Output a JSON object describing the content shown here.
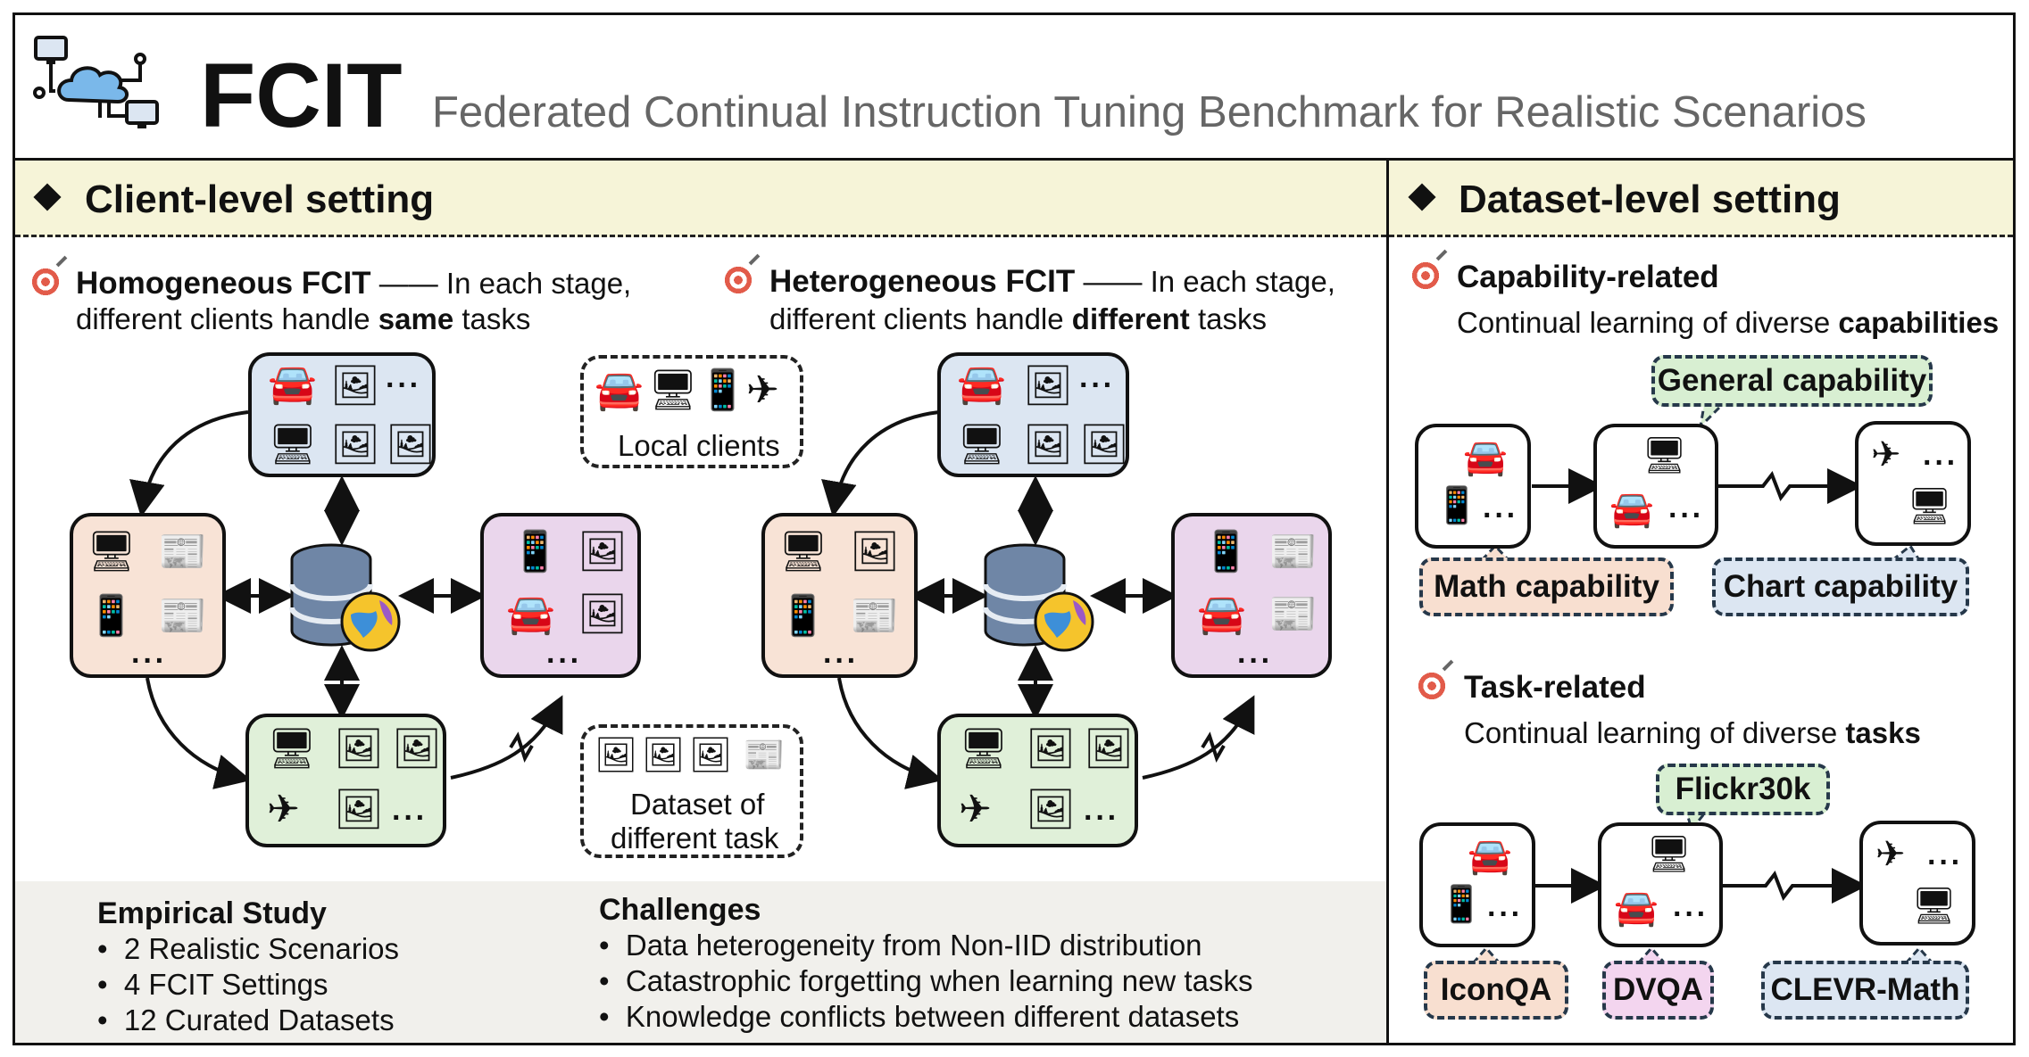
{
  "title": {
    "main": "FCIT",
    "subtitle": "Federated Continual Instruction Tuning Benchmark for Realistic Scenarios",
    "logo_icon": "cloud-network-icon"
  },
  "client_level": {
    "heading": "Client-level setting",
    "homogeneous": {
      "title": "Homogeneous FCIT",
      "dash": "——",
      "desc1": "In each stage,",
      "desc2_pre": "different clients handle ",
      "desc2_bold": "same",
      "desc2_post": " tasks"
    },
    "heterogeneous": {
      "title": "Heterogeneous FCIT",
      "dash": "——",
      "desc1": "In each stage,",
      "desc2_pre": "different clients handle ",
      "desc2_bold": "different",
      "desc2_post": " tasks"
    },
    "local_clients_label": "Local clients",
    "dataset_label_1": "Dataset of",
    "dataset_label_2": "different task",
    "ellipsis": "···"
  },
  "empirical": {
    "title": "Empirical Study",
    "items": [
      "2 Realistic Scenarios",
      "4 FCIT Settings",
      "12 Curated Datasets"
    ]
  },
  "challenges": {
    "title": "Challenges",
    "items": [
      "Data heterogeneity from Non-IID distribution",
      "Catastrophic forgetting when learning new tasks",
      "Knowledge conflicts between different datasets"
    ]
  },
  "dataset_level": {
    "heading": "Dataset-level setting",
    "capability": {
      "title": "Capability-related",
      "desc_pre": "Continual learning of diverse ",
      "desc_bold": "capabilities",
      "labels": {
        "top": "General capability",
        "left": "Math capability",
        "right": "Chart capability"
      }
    },
    "task": {
      "title": "Task-related",
      "desc_pre": "Continual learning of diverse ",
      "desc_bold": "tasks",
      "labels": {
        "top": "Flickr30k",
        "left": "IconQA",
        "mid": "DVQA",
        "right": "CLEVR-Math"
      }
    }
  },
  "colors": {
    "blue": "#dce6f2",
    "orange": "#f8e3d6",
    "pink": "#ead6ec",
    "green": "#e0f0d9",
    "header": "#f6f4d8"
  },
  "icons": [
    "car-icon",
    "monitor-icon",
    "phone-icon",
    "airplane-icon",
    "image-doc-icon",
    "text-doc-icon",
    "database-icon",
    "globe-icon"
  ]
}
